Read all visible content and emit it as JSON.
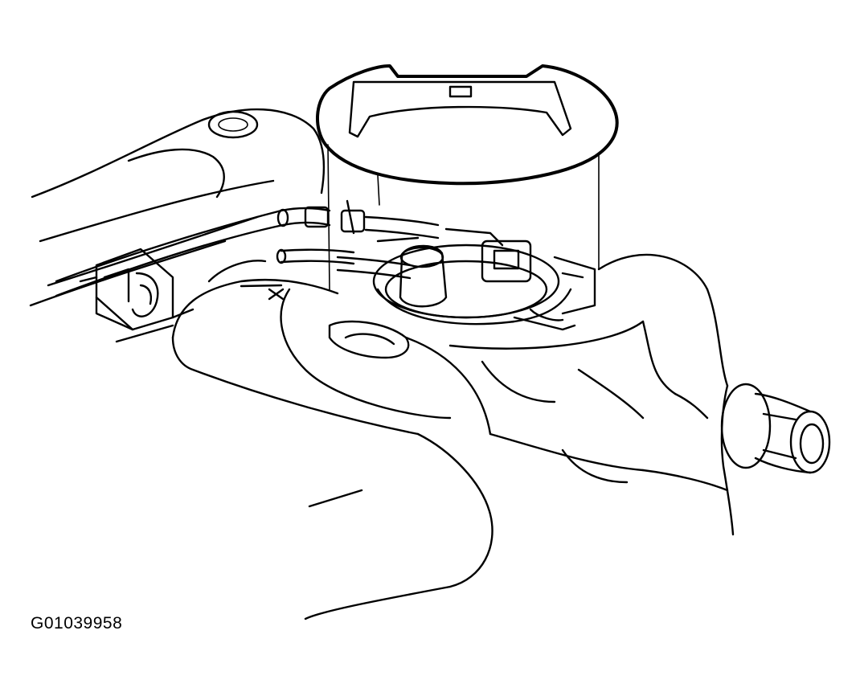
{
  "figure": {
    "id_label": "G01039958"
  },
  "parts": [
    "fuel-pump-module-cover",
    "fuel-tank",
    "fuel-lines",
    "line-retaining-clip",
    "fuel-pump-module",
    "filler-neck-outlet"
  ]
}
